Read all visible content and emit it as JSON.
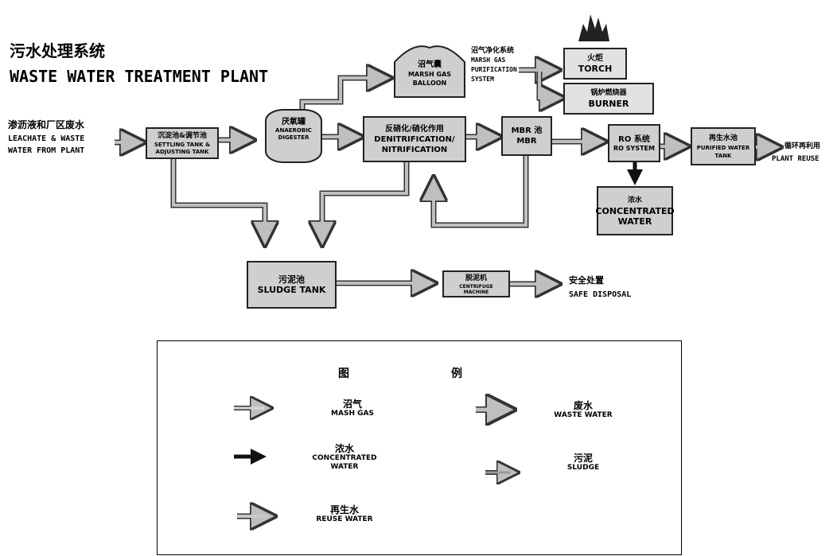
{
  "title": {
    "cn": "污水处理系统",
    "en": "WASTE WATER TREATMENT PLANT"
  },
  "inputs": {
    "source": {
      "cn": "渗沥液和厂区废水",
      "en1": "LEACHATE & WASTE",
      "en2": "WATER FROM PLANT"
    },
    "reuse": {
      "cn": "循环再利用",
      "en": "PLANT REUSE"
    },
    "disposal": {
      "cn": "安全处置",
      "en": "SAFE DISPOSAL"
    }
  },
  "nodes": {
    "settling": {
      "cn": "沉淀池&调节池",
      "en1": "SETTLING TANK &",
      "en2": "ADJUSTING TANK"
    },
    "digester": {
      "cn": "厌氧罐",
      "en1": "ANAEROBIC",
      "en2": "DIGESTER"
    },
    "balloon": {
      "cn": "沼气囊",
      "en1": "MARSH GAS",
      "en2": "BALLOON"
    },
    "purification": {
      "cn": "沼气净化系统",
      "en1": "MARSH GAS",
      "en2": "PURIFICATION",
      "en3": "SYSTEM"
    },
    "torch": {
      "cn": "火炬",
      "en": "TORCH"
    },
    "burner": {
      "cn": "锅炉燃烧器",
      "en": "BURNER"
    },
    "denitrification": {
      "cn": "反硝化/硝化作用",
      "en1": "DENITRIFICATION/",
      "en2": "NITRIFICATION"
    },
    "mbr": {
      "cn": "MBR 池",
      "en": "MBR"
    },
    "ro": {
      "cn": "RO 系统",
      "en": "RO SYSTEM"
    },
    "purified": {
      "cn": "再生水池",
      "en1": "PURIFIED WATER",
      "en2": "TANK"
    },
    "concentrated": {
      "cn": "浓水",
      "en1": "CONCENTRATED",
      "en2": "WATER"
    },
    "sludge": {
      "cn": "污泥池",
      "en": "SLUDGE TANK"
    },
    "centrifuge": {
      "cn": "脱泥机",
      "en1": "CENTRIFUGE",
      "en2": "MACHINE"
    }
  },
  "legend": {
    "title1": "图",
    "title2": "例",
    "items": [
      {
        "cn": "沼气",
        "en1": "MASH GAS",
        "en2": ""
      },
      {
        "cn": "废水",
        "en1": "WASTE WATER",
        "en2": ""
      },
      {
        "cn": "浓水",
        "en1": "CONCENTRATED",
        "en2": "WATER"
      },
      {
        "cn": "污泥",
        "en1": "SLUDGE",
        "en2": ""
      },
      {
        "cn": "再生水",
        "en1": "REUSE WATER",
        "en2": ""
      }
    ]
  },
  "colors": {
    "box_fill": "#cfcfcf",
    "arrow_fill": "#bfbfbf",
    "arrow_stroke": "#333333",
    "concentrated_arrow": "#111111"
  }
}
